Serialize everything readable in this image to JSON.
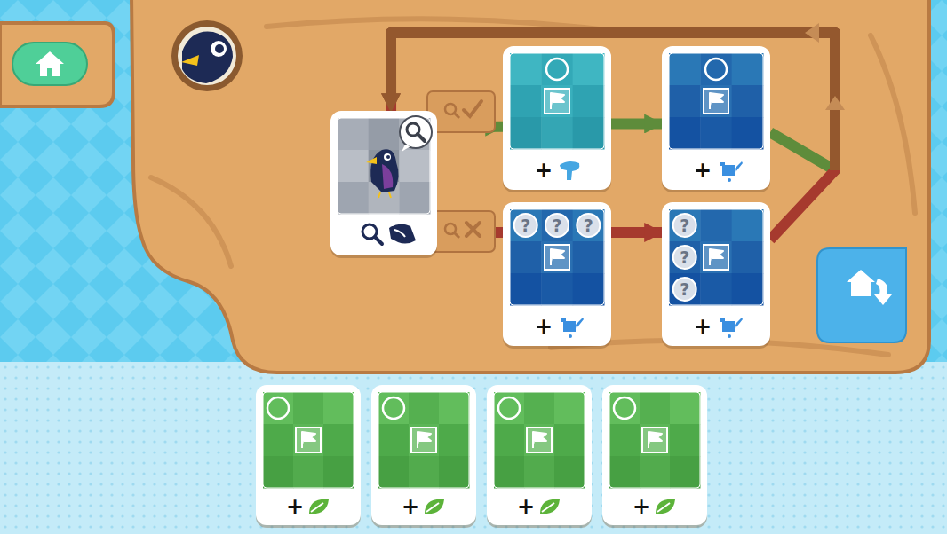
{
  "diagram": {
    "nodes": [
      {
        "text": []
      },
      {
        "text": [
          "+"
        ]
      },
      {
        "text": [
          "+"
        ]
      },
      {
        "text": [
          "?",
          "?",
          "?",
          "+"
        ]
      },
      {
        "text": [
          "?",
          "?",
          "?",
          "+"
        ]
      },
      {
        "text": [
          "+"
        ]
      },
      {
        "text": [
          "+"
        ]
      },
      {
        "text": [
          "+"
        ]
      },
      {
        "text": [
          "+"
        ]
      }
    ],
    "edges": [
      {
        "from": 0,
        "to": 1,
        "arrow": "to"
      },
      {
        "from": 1,
        "to": 2,
        "arrow": "to"
      },
      {
        "from": 2,
        "to": 0,
        "arrow": "to"
      },
      {
        "from": 0,
        "to": 3,
        "arrow": "to"
      },
      {
        "from": 3,
        "to": 4,
        "arrow": "to"
      },
      {
        "from": 4,
        "to": 0,
        "arrow": "to"
      }
    ]
  }
}
